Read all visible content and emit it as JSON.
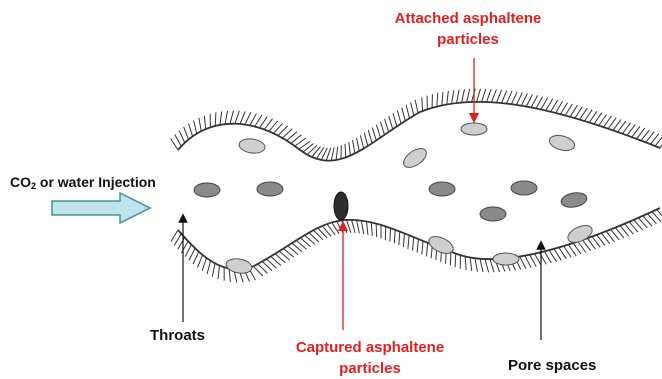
{
  "labels": {
    "attached_line1": "Attached asphaltene",
    "attached_line2": "particles",
    "captured_line1": "Captured asphaltene",
    "captured_line2": "particles",
    "throats": "Throats",
    "pore_spaces": "Pore spaces",
    "injection_prefix": "CO",
    "injection_sub": "2",
    "injection_suffix": " or water Injection"
  },
  "colors": {
    "label_red": "#e02020",
    "label_black": "#111111",
    "arrow_fill": "#bfe3ea",
    "arrow_stroke": "#4a8fa0",
    "particle_light": "#cfcfcf",
    "particle_dark": "#8a8a8a",
    "captured_particle": "#2e2e2e"
  }
}
